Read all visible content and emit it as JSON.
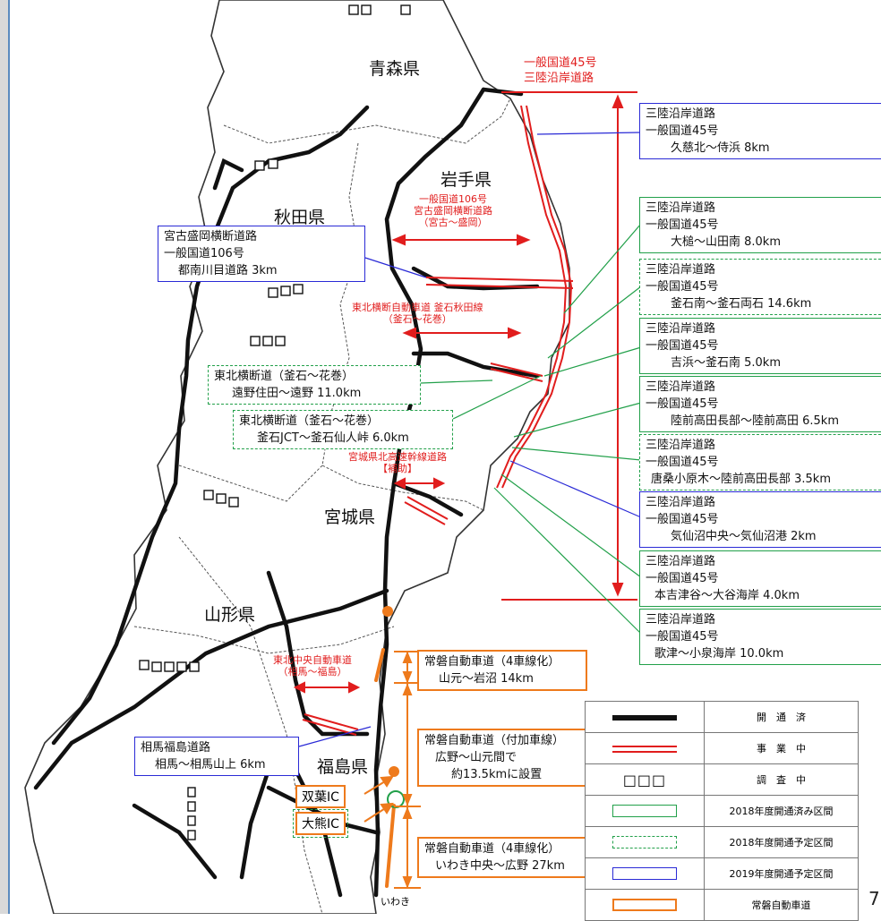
{
  "prefectures": {
    "aomori": "青森県",
    "iwate": "岩手県",
    "akita": "秋田県",
    "miyagi": "宮城県",
    "yamagata": "山形県",
    "fukushima": "福島県"
  },
  "red_labels": {
    "route45": [
      "一般国道45号",
      "三陸沿岸道路"
    ],
    "route106": [
      "一般国道106号",
      "宮古盛岡横断道路",
      "（宮古～盛岡）"
    ],
    "akita_line": [
      "東北横断自動車道 釜石秋田線",
      "（釜石～花巻）"
    ],
    "miyagi_north": [
      "宮城県北高速幹線道路",
      "【補助】"
    ],
    "tohoku_chuo": [
      "東北中央自動車道",
      "（相馬～福島）"
    ]
  },
  "callouts": [
    {
      "id": "kuji",
      "style": "blue",
      "lines": [
        "三陸沿岸道路",
        "一般国道45号",
        "久慈北～侍浜  8km"
      ]
    },
    {
      "id": "otsuchi",
      "style": "green",
      "lines": [
        "三陸沿岸道路",
        "一般国道45号",
        "大槌～山田南  8.0km"
      ]
    },
    {
      "id": "kamaishi-ryoishi",
      "style": "dashed-green",
      "lines": [
        "三陸沿岸道路",
        "一般国道45号",
        "釜石南～釜石両石  14.6km"
      ]
    },
    {
      "id": "yoshihama",
      "style": "green",
      "lines": [
        "三陸沿岸道路",
        "一般国道45号",
        "吉浜～釜石南  5.0km"
      ]
    },
    {
      "id": "rikuzentakata",
      "style": "green",
      "lines": [
        "三陸沿岸道路",
        "一般国道45号",
        "陸前高田長部～陸前高田  6.5km"
      ]
    },
    {
      "id": "karakuwa",
      "style": "dashed-green",
      "lines": [
        "三陸沿岸道路",
        "一般国道45号",
        "唐桑小原木～陸前高田長部  3.5km"
      ]
    },
    {
      "id": "kesennuma",
      "style": "blue",
      "lines": [
        "三陸沿岸道路",
        "一般国道45号",
        "気仙沼中央～気仙沼港  2km"
      ]
    },
    {
      "id": "motoyoshi",
      "style": "green",
      "lines": [
        "三陸沿岸道路",
        "一般国道45号",
        "本吉津谷～大谷海岸  4.0km"
      ]
    },
    {
      "id": "utatsu",
      "style": "green",
      "lines": [
        "三陸沿岸道路",
        "一般国道45号",
        "歌津～小泉海岸  10.0km"
      ]
    },
    {
      "id": "miyako",
      "style": "blue",
      "lines": [
        "宮古盛岡横断道路",
        "一般国道106号",
        "都南川目道路  3km"
      ]
    },
    {
      "id": "tono",
      "style": "dashed-green",
      "lines": [
        "東北横断道（釜石～花巻）",
        "遠野住田～遠野  11.0km"
      ]
    },
    {
      "id": "kamaishi-jct",
      "style": "dashed-green",
      "lines": [
        "東北横断道（釜石～花巻）",
        "釜石JCT～釜石仙人峠  6.0km"
      ]
    },
    {
      "id": "soma",
      "style": "blue",
      "lines": [
        "相馬福島道路",
        "相馬～相馬山上  6km"
      ]
    },
    {
      "id": "joban-yamamoto",
      "style": "orange",
      "lines": [
        "常磐自動車道（4車線化）",
        "山元～岩沼  14km"
      ]
    },
    {
      "id": "joban-lane",
      "style": "orange",
      "lines": [
        "常磐自動車道（付加車線）",
        "広野～山元間で",
        "約13.5kmに設置"
      ]
    },
    {
      "id": "joban-iwaki",
      "style": "orange",
      "lines": [
        "常磐自動車道（4車線化）",
        "いわき中央～広野  27km"
      ]
    }
  ],
  "ic_labels": {
    "futaba": "双葉IC",
    "okuma": "大熊IC",
    "iwaki": "いわき"
  },
  "legend": [
    {
      "symbol": "black-line",
      "label": "開　通　済"
    },
    {
      "symbol": "red-double",
      "label": "事　業　中"
    },
    {
      "symbol": "squares",
      "label": "調　査　中"
    },
    {
      "symbol": "green-rect",
      "label": "2018年度開通済み区間"
    },
    {
      "symbol": "green-dashed-rect",
      "label": "2018年度開通予定区間"
    },
    {
      "symbol": "blue-rect",
      "label": "2019年度開通予定区間"
    },
    {
      "symbol": "orange-rect",
      "label": "常磐自動車道"
    }
  ],
  "colors": {
    "red": "#e11d1d",
    "green": "#22a04a",
    "blue": "#2a2ad6",
    "orange": "#ee7a1c"
  },
  "page_number": "7"
}
